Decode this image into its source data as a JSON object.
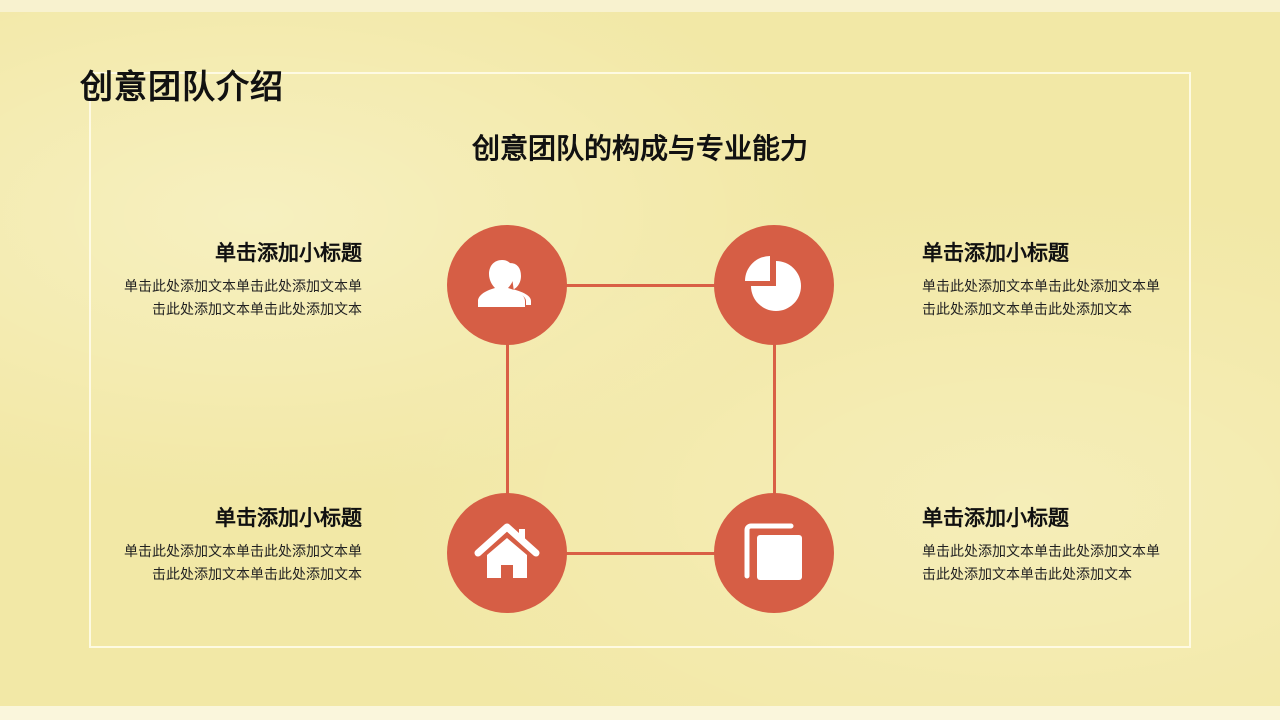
{
  "slide": {
    "title": "创意团队介绍",
    "subtitle": "创意团队的构成与专业能力",
    "accent_color": "#d65e45",
    "background_color": "#f2e8a6"
  },
  "blocks": [
    {
      "position": "top-left",
      "title": "单击添加小标题",
      "text_line1": "单击此处添加文本单击此处添加文本单",
      "text_line2": "击此处添加文本单击此处添加文本"
    },
    {
      "position": "top-right",
      "title": "单击添加小标题",
      "text_line1": "单击此处添加文本单击此处添加文本单",
      "text_line2": "击此处添加文本单击此处添加文本"
    },
    {
      "position": "bottom-left",
      "title": "单击添加小标题",
      "text_line1": "单击此处添加文本单击此处添加文本单",
      "text_line2": "击此处添加文本单击此处添加文本"
    },
    {
      "position": "bottom-right",
      "title": "单击添加小标题",
      "text_line1": "单击此处添加文本单击此处添加文本单",
      "text_line2": "击此处添加文本单击此处添加文本"
    }
  ],
  "icons": [
    {
      "position": "top-left",
      "name": "users-icon"
    },
    {
      "position": "top-right",
      "name": "pie-chart-icon"
    },
    {
      "position": "bottom-left",
      "name": "home-icon"
    },
    {
      "position": "bottom-right",
      "name": "copy-icon"
    }
  ]
}
